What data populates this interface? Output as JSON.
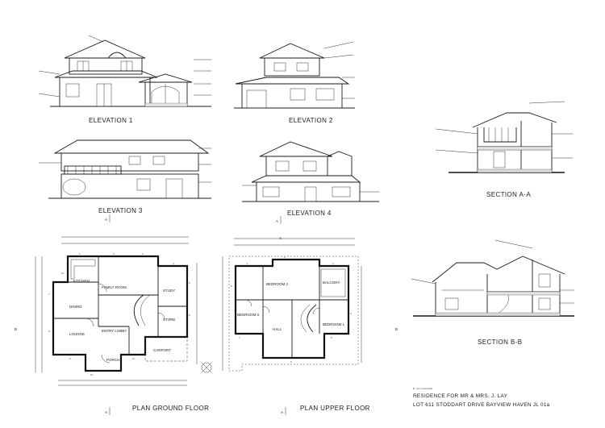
{
  "titles": {
    "elevation_1": "ELEVATION 1",
    "elevation_2": "ELEVATION 2",
    "elevation_3": "ELEVATION 3",
    "elevation_4": "ELEVATION 4",
    "section_aa": "SECTION A-A",
    "section_bb": "SECTION B-B",
    "plan_ground": "PLAN GROUND FLOOR",
    "plan_upper": "PLAN UPPER FLOOR"
  },
  "section_marks": {
    "a": "A",
    "b": "B"
  },
  "ground_rooms": {
    "kitchen": "KITCHEN",
    "family": "FAMILY ROOM",
    "study": "STUDY",
    "dining": "DINING",
    "lounge": "LOUNGE",
    "entry": "ENTRY LOBBY",
    "store": "STORE",
    "porch": "PORCH",
    "carport": "CARPORT",
    "n1": "1",
    "n2": "2",
    "n3": "3",
    "n4": "4",
    "n5": "5",
    "n6": "6",
    "n7": "7",
    "n8": "8",
    "n9": "9",
    "n10": "10",
    "n11": "11",
    "n12": "12"
  },
  "upper_rooms": {
    "bedroom2": "BEDROOM 2",
    "balcony": "BALCONY",
    "bedroom3": "BEDROOM 3",
    "bedroom1": "BEDROOM 1",
    "hall": "HALL",
    "n1": "1",
    "n2": "2",
    "n3": "3",
    "n4": "4",
    "n5": "5",
    "n6": "6",
    "n7": "7",
    "n8": "8"
  },
  "title_block": {
    "status": "B - as constructed",
    "line1": "RESIDENCE  FOR  MR & MRS. J. LAY",
    "line2": "LOT 611  STODDART  DRIVE      BAYVIEW  HAVEN      JL 01a"
  }
}
